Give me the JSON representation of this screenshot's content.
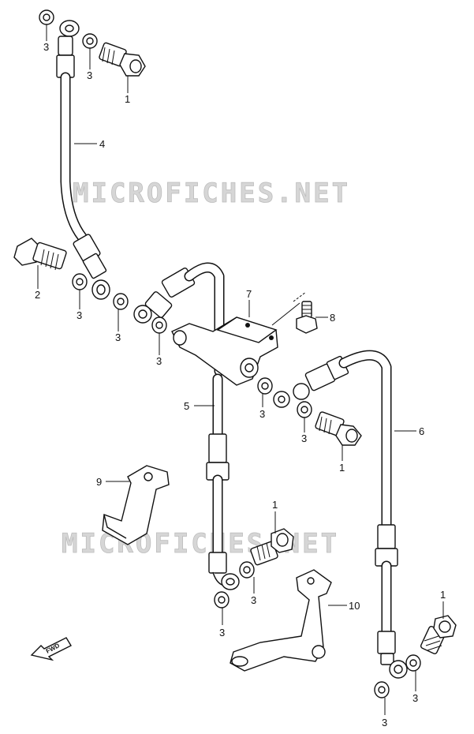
{
  "watermarks": [
    "MICROFICHES.NET",
    "MICROFICHES.NET"
  ],
  "fwd_label": "FWD",
  "callouts": {
    "c1a": "1",
    "c1b": "1",
    "c1c": "1",
    "c1d": "1",
    "c2": "2",
    "c3a": "3",
    "c3b": "3",
    "c3c": "3",
    "c3d": "3",
    "c3e": "3",
    "c3f": "3",
    "c3g": "3",
    "c3h": "3",
    "c3i": "3",
    "c3j": "3",
    "c3k": "3",
    "c4": "4",
    "c5": "5",
    "c6": "6",
    "c7": "7",
    "c8": "8",
    "c9": "9",
    "c10": "10"
  }
}
